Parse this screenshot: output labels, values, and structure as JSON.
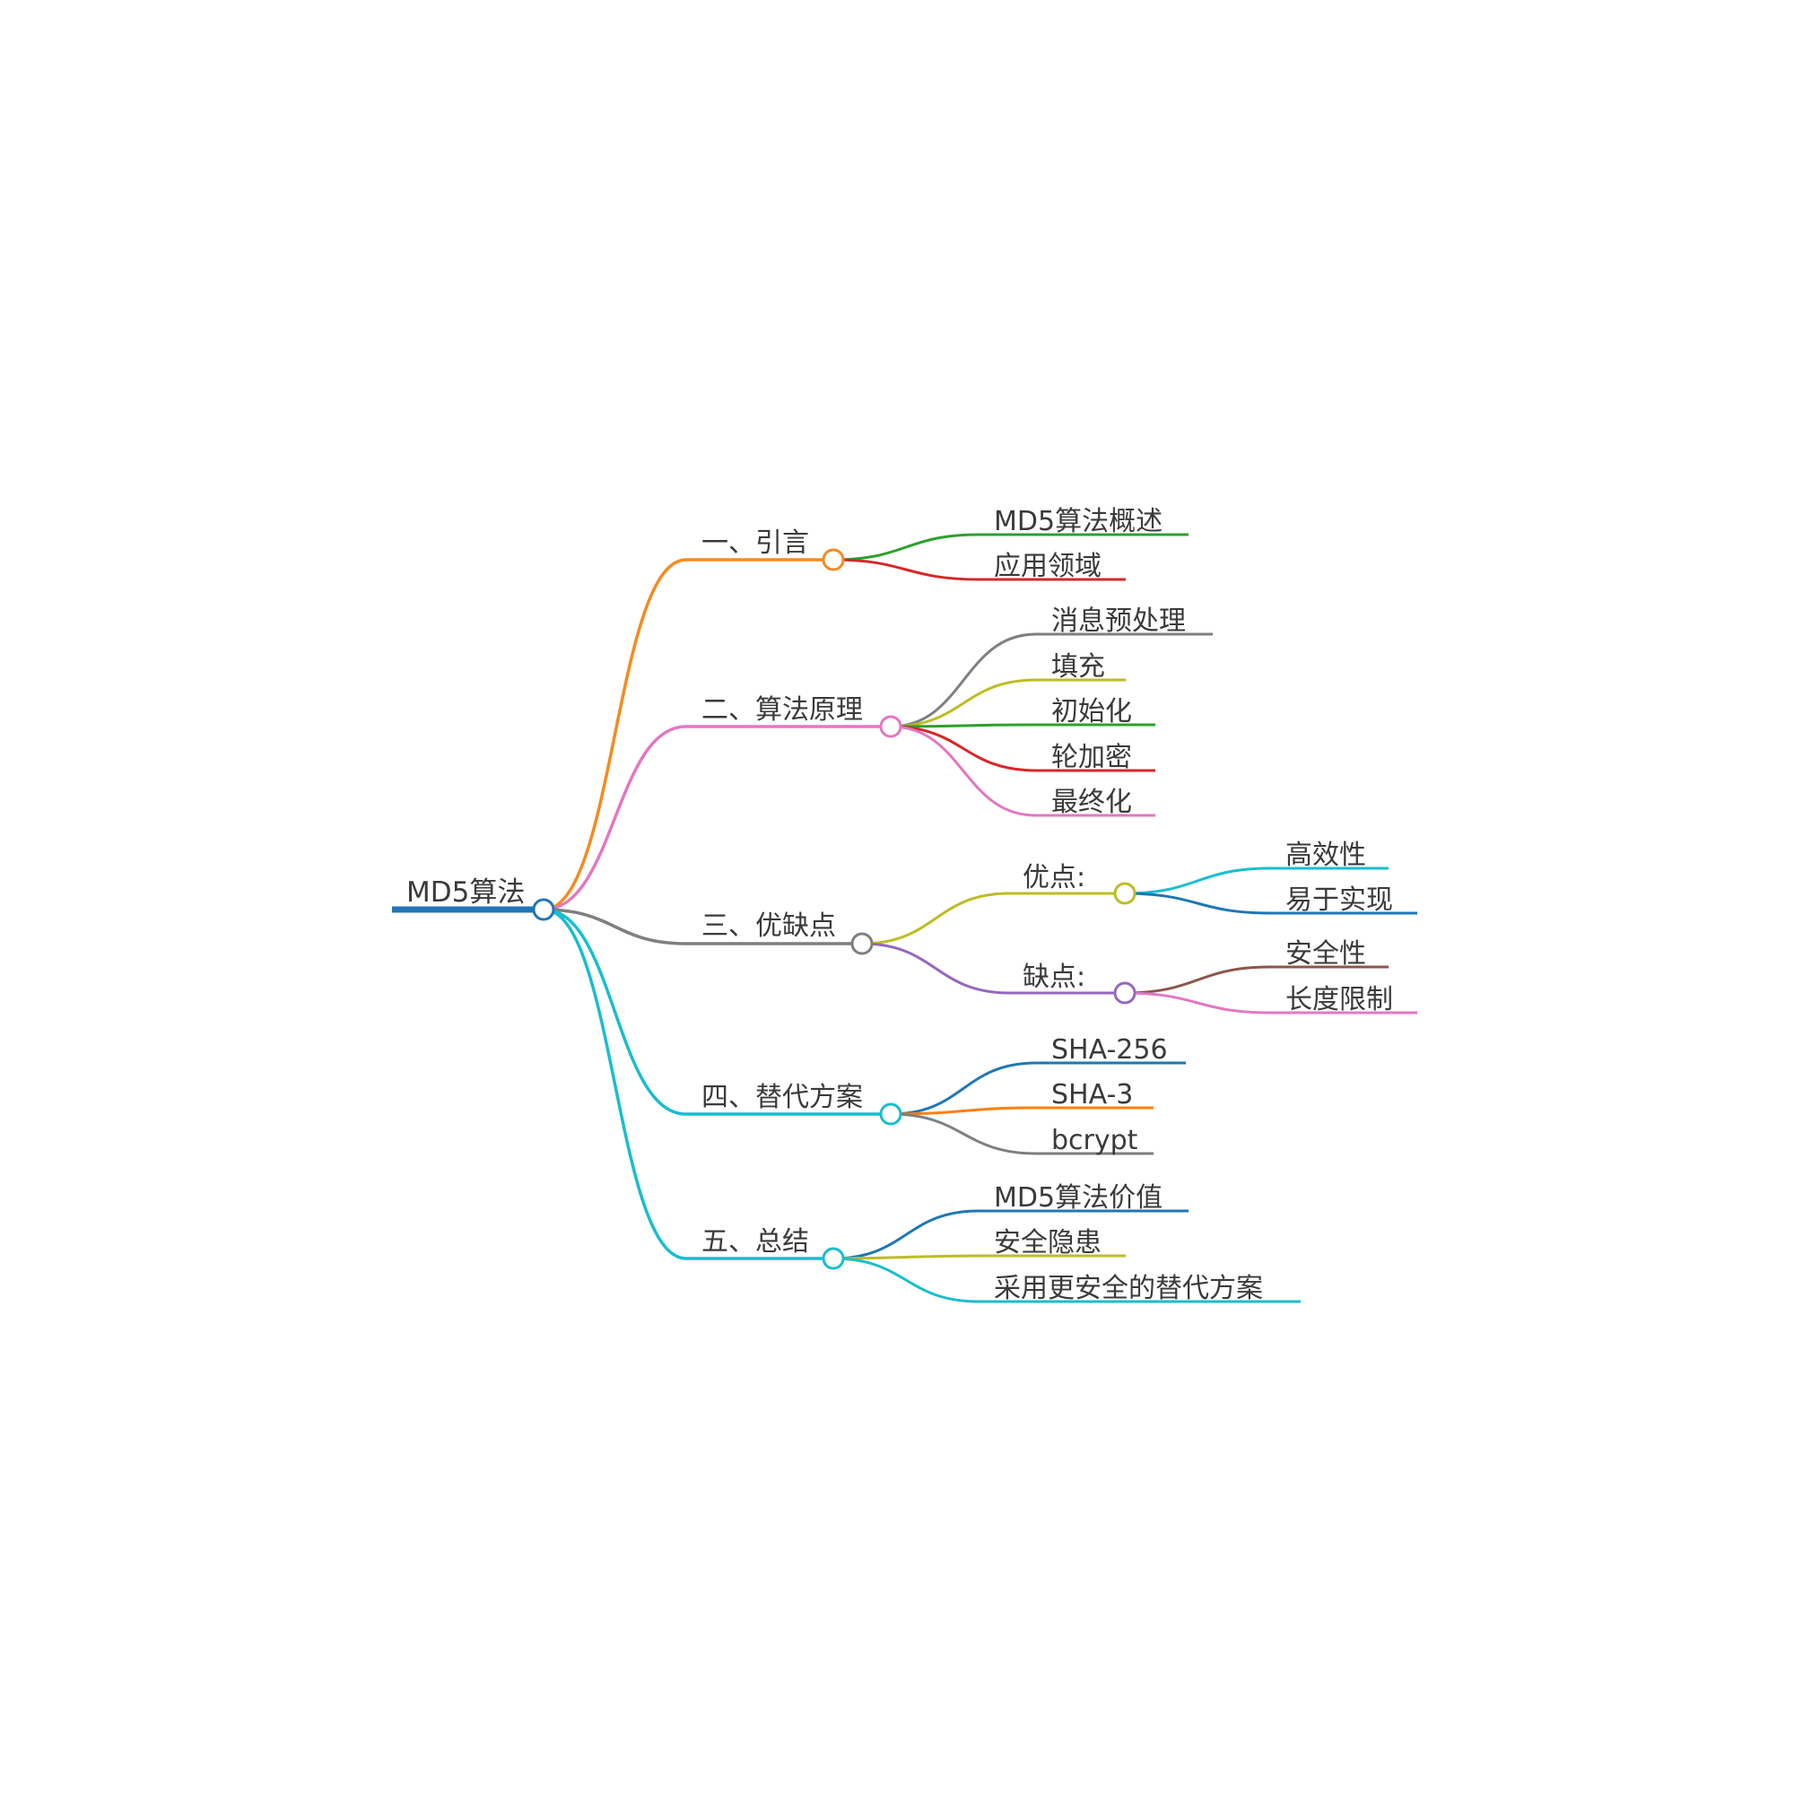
{
  "root": {
    "label": "MD5算法",
    "color": "#2176b8"
  },
  "branches": [
    {
      "label": "一、引言",
      "color": "#f68a1e",
      "children": [
        {
          "label": "MD5算法概述",
          "color": "#2ca02c"
        },
        {
          "label": "应用领域",
          "color": "#d62728"
        }
      ]
    },
    {
      "label": "二、算法原理",
      "color": "#e377c2",
      "children": [
        {
          "label": "消息预处理",
          "color": "#7f7f7f"
        },
        {
          "label": "填充",
          "color": "#bcbd22"
        },
        {
          "label": "初始化",
          "color": "#2ca02c"
        },
        {
          "label": "轮加密",
          "color": "#d62728"
        },
        {
          "label": "最终化",
          "color": "#e377c2"
        }
      ]
    },
    {
      "label": "三、优缺点",
      "color": "#7f7f7f",
      "children": [
        {
          "label": "优点:",
          "color": "#bcbd22",
          "children": [
            {
              "label": "高效性",
              "color": "#17becf"
            },
            {
              "label": "易于实现",
              "color": "#1f77b4"
            }
          ]
        },
        {
          "label": "缺点:",
          "color": "#9467bd",
          "children": [
            {
              "label": "安全性",
              "color": "#8c564b"
            },
            {
              "label": "长度限制",
              "color": "#e377c2"
            }
          ]
        }
      ]
    },
    {
      "label": "四、替代方案",
      "color": "#17becf",
      "children": [
        {
          "label": "SHA-256",
          "color": "#1f77b4"
        },
        {
          "label": "SHA-3",
          "color": "#ff7f0e"
        },
        {
          "label": "bcrypt",
          "color": "#7f7f7f"
        }
      ]
    },
    {
      "label": "五、总结",
      "color": "#17becf",
      "children": [
        {
          "label": "MD5算法价值",
          "color": "#1f77b4"
        },
        {
          "label": "安全隐患",
          "color": "#bcbd22"
        },
        {
          "label": "采用更安全的替代方案",
          "color": "#17becf"
        }
      ]
    }
  ]
}
